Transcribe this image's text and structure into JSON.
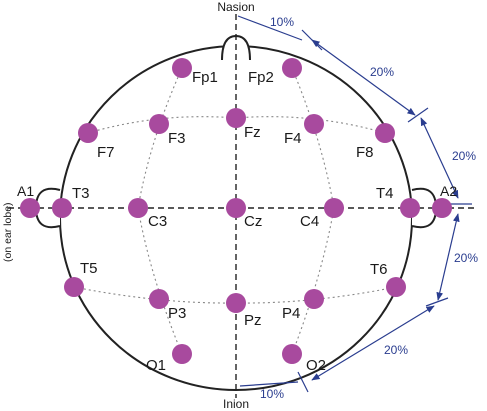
{
  "landmarks": {
    "nasion": "Nasion",
    "inion": "Inion",
    "ear_lobe_note": "(on ear lobe)"
  },
  "electrodes": {
    "Fp1": "Fp1",
    "Fp2": "Fp2",
    "F7": "F7",
    "F3": "F3",
    "Fz": "Fz",
    "F4": "F4",
    "F8": "F8",
    "A1": "A1",
    "T3": "T3",
    "C3": "C3",
    "Cz": "Cz",
    "C4": "C4",
    "T4": "T4",
    "A2": "A2",
    "T5": "T5",
    "P3": "P3",
    "Pz": "Pz",
    "P4": "P4",
    "T6": "T6",
    "O1": "O1",
    "O2": "O2"
  },
  "measurements": {
    "top": "10%",
    "upper_right": "20%",
    "right_upper": "20%",
    "right_lower": "20%",
    "lower_right": "20%",
    "bottom": "10%"
  },
  "colors": {
    "electrode": "#a84a9e",
    "outline": "#222222",
    "grid": "#888888",
    "measure": "#2a3d8f"
  }
}
